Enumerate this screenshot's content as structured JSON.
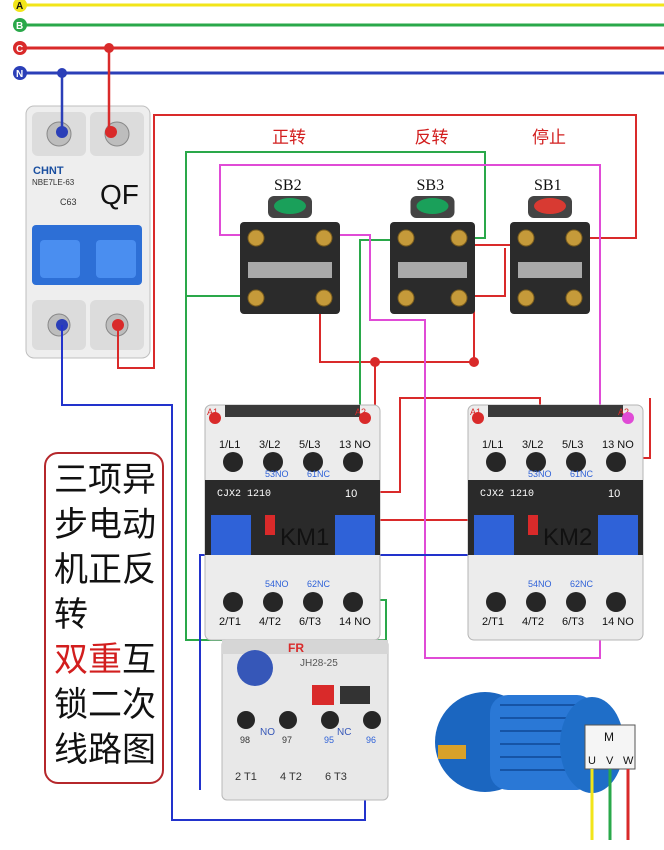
{
  "phases": [
    "A",
    "B",
    "C",
    "N"
  ],
  "breaker": {
    "brand": "CHNT",
    "model": "NBE7LE-63",
    "rating": "C63",
    "label": "QF"
  },
  "buttons": [
    {
      "caption": "正转",
      "name": "SB2",
      "cap_color": "#1aa05a"
    },
    {
      "caption": "反转",
      "name": "SB3",
      "cap_color": "#1aa05a"
    },
    {
      "caption": "停止",
      "name": "SB1",
      "cap_color": "#d83a32"
    }
  ],
  "contactors": [
    {
      "name": "KM1",
      "model": "CJX2\n1210",
      "code": "10",
      "coil_a1": "A1",
      "coil_a2": "A2",
      "top_terms": [
        "1/L1",
        "3/L2",
        "5/L3",
        "13 NO"
      ],
      "aux": [
        "53NO",
        "61NC",
        "54NO",
        "62NC"
      ],
      "bottom_terms": [
        "2/T1",
        "4/T2",
        "6/T3",
        "14 NO"
      ]
    },
    {
      "name": "KM2",
      "model": "CJX2\n1210",
      "code": "10",
      "coil_a1": "A1",
      "coil_a2": "A2",
      "top_terms": [
        "1/L1",
        "3/L2",
        "5/L3",
        "13 NO"
      ],
      "aux": [
        "53NO",
        "61NC",
        "54NO",
        "62NC"
      ],
      "bottom_terms": [
        "2/T1",
        "4/T2",
        "6/T3",
        "14 NO"
      ]
    }
  ],
  "overload": {
    "label": "FR",
    "model": "JH28-25",
    "nc": "NC",
    "no": "NO",
    "terms_top": [
      "98",
      "97",
      "95",
      "96"
    ],
    "terms_bottom": [
      "2 T1",
      "4 T2",
      "6 T3"
    ]
  },
  "motor": {
    "label": "M",
    "terms": [
      "U",
      "V",
      "W"
    ]
  },
  "title_lines": [
    [
      {
        "t": "三项异",
        "c": "#111111"
      }
    ],
    [
      {
        "t": "步电动",
        "c": "#111111"
      }
    ],
    [
      {
        "t": "机正反",
        "c": "#111111"
      }
    ],
    [
      {
        "t": "转",
        "c": "#111111"
      }
    ],
    [
      {
        "t": "双重",
        "c": "#d21e1e"
      },
      {
        "t": "互",
        "c": "#111111"
      }
    ],
    [
      {
        "t": "锁二次",
        "c": "#111111"
      }
    ],
    [
      {
        "t": "线路图",
        "c": "#111111"
      }
    ]
  ],
  "colors": {
    "A": "#f2e51a",
    "B": "#2aa84a",
    "C": "#d92a2a",
    "N": "#2b3fb8",
    "control_red": "#d92a2a",
    "green": "#2aa84a",
    "magenta": "#e04bd6",
    "blue": "#2233cc"
  }
}
